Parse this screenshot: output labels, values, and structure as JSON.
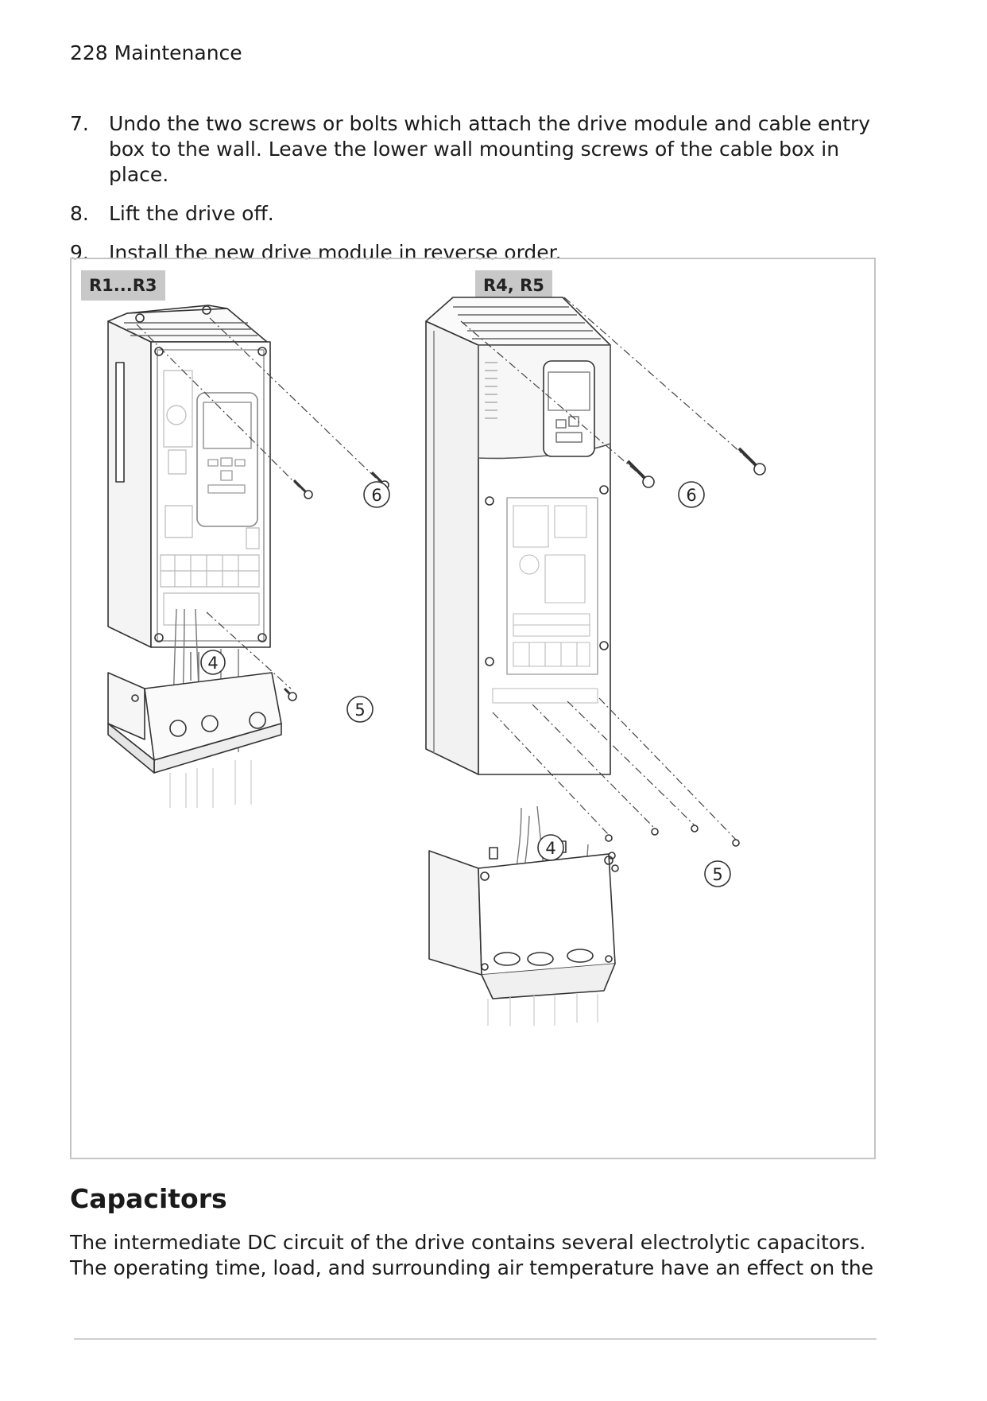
{
  "page": {
    "header": "228 Maintenance"
  },
  "steps": [
    {
      "num": "7.",
      "text": "Undo the two screws or bolts which attach the drive module and cable entry box to the wall. Leave the lower wall mounting screws of the cable box in place."
    },
    {
      "num": "8.",
      "text": "Lift the drive off."
    },
    {
      "num": "9.",
      "text": "Install the new drive module in reverse order."
    }
  ],
  "figure": {
    "left_tag": "R1...R3",
    "right_tag": "R4, R5",
    "callouts": {
      "c4": "4",
      "c5": "5",
      "c6": "6"
    }
  },
  "section": {
    "title": "Capacitors",
    "paragraph": "The intermediate DC circuit of the drive contains several electrolytic capacitors. The operating time, load, and surrounding air temperature have an effect on the"
  }
}
